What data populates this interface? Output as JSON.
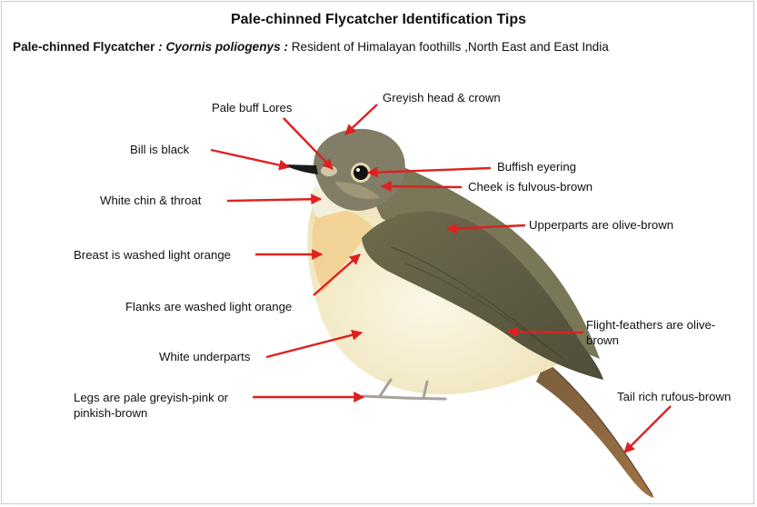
{
  "title": "Pale-chinned Flycatcher  Identification Tips",
  "subtitle": {
    "common_name": "Pale-chinned  Flycatcher",
    "sep1": " : ",
    "scientific_name": "Cyornis poliogenys",
    "sep2": " : ",
    "range": "Resident of Himalayan foothills ,North East and East  India"
  },
  "labels": {
    "greyish_head": "Greyish head  & crown",
    "pale_buff_lores": "Pale buff  Lores",
    "bill": "Bill is black",
    "buffish_eyering": "Buffish eyering",
    "cheek": "Cheek is fulvous-brown",
    "white_chin": "White chin & throat",
    "upperparts": "Upperparts are olive-brown",
    "breast": "Breast is washed light orange",
    "flanks": "Flanks are washed light orange",
    "flight_feathers_1": "Flight-feathers  are olive-",
    "flight_feathers_2": "brown",
    "white_underparts": "White underparts",
    "tail": "Tail rich rufous-brown",
    "legs_1": "Legs are pale greyish-pink or",
    "legs_2": "pinkish-brown"
  },
  "colors": {
    "arrow": "#e02020",
    "head": "#7d7a66",
    "wing": "#6b6a4f",
    "breast": "#f4d9a2",
    "belly": "#f6f0d2",
    "tail": "#8a6a45",
    "border": "#b9cfe6"
  }
}
